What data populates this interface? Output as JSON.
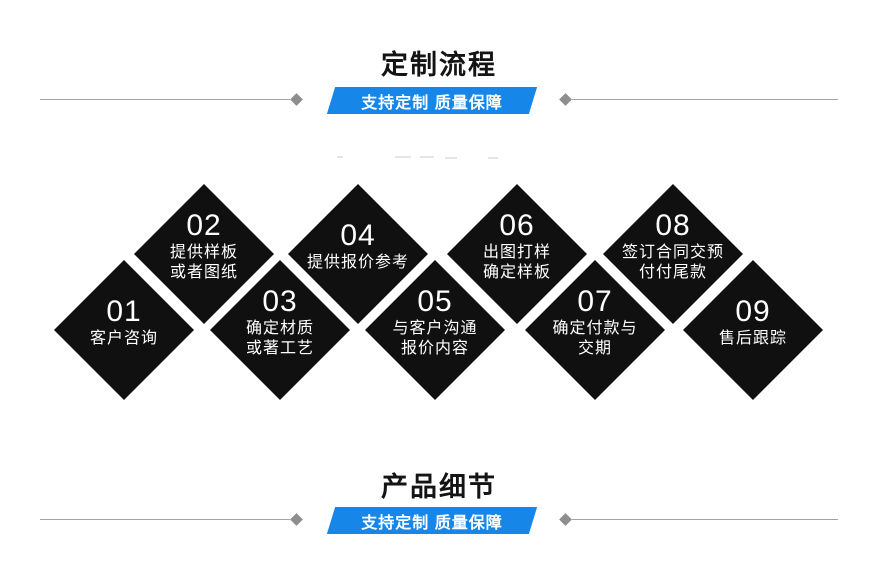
{
  "colors": {
    "accent_blue": "#1687e8",
    "diamond_black": "#101010",
    "line_gray": "#a3a3a3",
    "marker_gray": "#8e8e90",
    "title_color": "#141414",
    "step_text": "#ffffff"
  },
  "sections": {
    "top": {
      "title": "定制流程",
      "banner": "支持定制 质量保障"
    },
    "bottom": {
      "title": "产品细节",
      "banner": "支持定制 质量保障"
    }
  },
  "steps": [
    {
      "number": "01",
      "lines": [
        "客户咨询"
      ]
    },
    {
      "number": "02",
      "lines": [
        "提供样板",
        "或者图纸"
      ]
    },
    {
      "number": "03",
      "lines": [
        "确定材质",
        "或著工艺"
      ]
    },
    {
      "number": "04",
      "lines": [
        "提供报价参考"
      ]
    },
    {
      "number": "05",
      "lines": [
        "与客户沟通",
        "报价内容"
      ]
    },
    {
      "number": "06",
      "lines": [
        "出图打样",
        "确定样板"
      ]
    },
    {
      "number": "07",
      "lines": [
        "确定付款与",
        "交期"
      ]
    },
    {
      "number": "08",
      "lines": [
        "签订合同交预",
        "付付尾款"
      ]
    },
    {
      "number": "09",
      "lines": [
        "售后跟踪"
      ]
    }
  ]
}
